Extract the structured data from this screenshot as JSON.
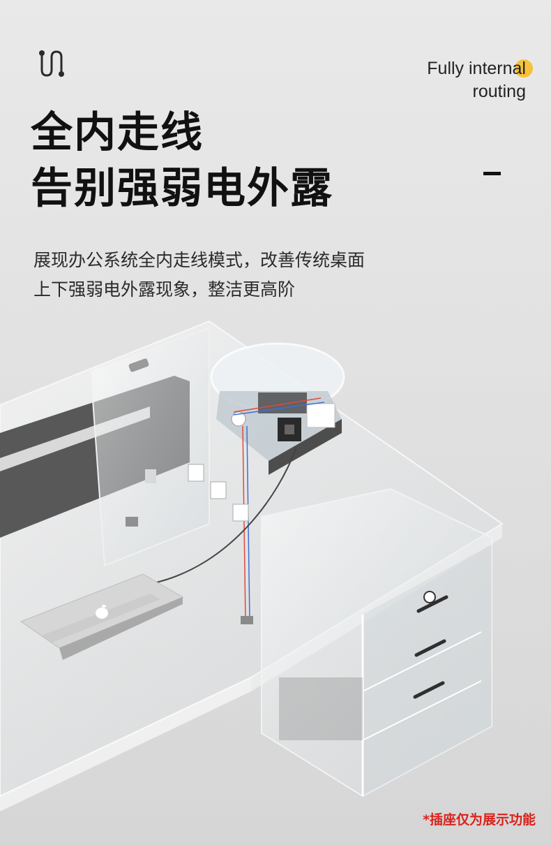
{
  "header": {
    "icon": "cable-routing-icon",
    "en_title_line1": "Fully internal",
    "en_title_line2": "routing",
    "accent_color": "#f6c23a"
  },
  "headline": {
    "line1": "全内走线",
    "line2": "告别强弱电外露"
  },
  "description": {
    "line1": "展现办公系统全内走线模式，改善传统桌面",
    "line2": "上下强弱电外露现象，整洁更高阶"
  },
  "illustration": {
    "subject": "transparent-desk-with-internal-cabling",
    "laptop_logo": "apple-logo-icon"
  },
  "footnote": "*插座仅为展示功能",
  "colors": {
    "footnote": "#d8231c",
    "cable_red": "#e04a3a",
    "cable_blue": "#3f6fd8",
    "panel_dark": "#555555"
  }
}
